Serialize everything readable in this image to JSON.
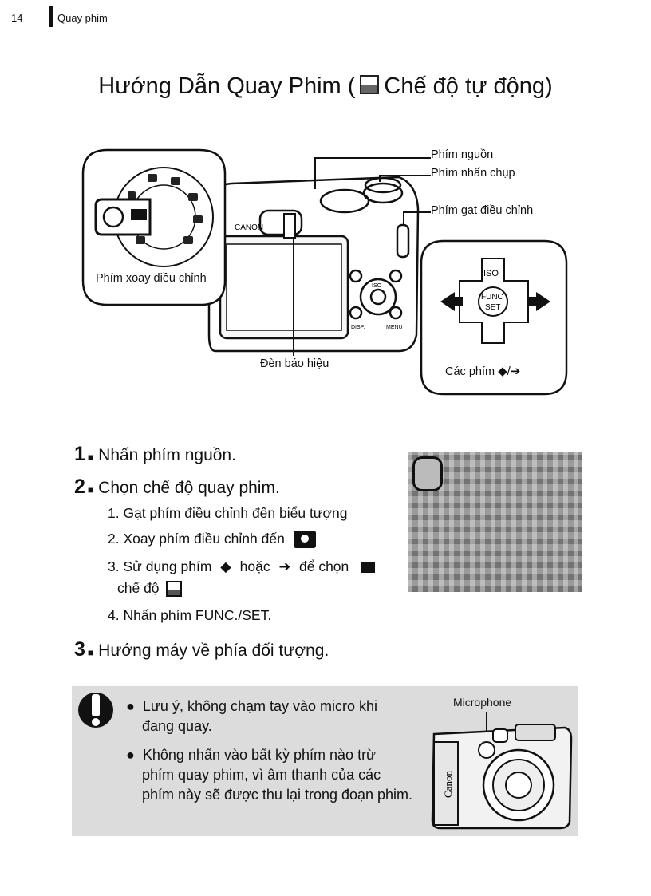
{
  "header": {
    "page_number": "14",
    "section": "Quay phim"
  },
  "title": {
    "before": "Hướng Dẫn Quay Phim (",
    "after": "Chế độ tự động)",
    "icon": "movie-standard-mode-icon"
  },
  "diagram": {
    "labels": {
      "power": "Phím nguồn",
      "shutter": "Phím nhấn chụp",
      "mode_switch": "Phím gạt điều chỉnh",
      "mode_dial": "Phím xoay điều chỉnh",
      "indicator": "Đèn báo hiệu",
      "keys": "Các phím"
    },
    "controls": {
      "iso": "ISO",
      "func": "FUNC",
      "set": "SET",
      "disp": "DISP.",
      "menu": "MENU",
      "brand": "CANON"
    }
  },
  "steps": [
    {
      "num": "1",
      "text": "Nhấn phím nguồn."
    },
    {
      "num": "2",
      "text": "Chọn chế độ quay phim."
    },
    {
      "num": "3",
      "text": "Hướng máy về phía đối tượng."
    }
  ],
  "substeps": {
    "s1": "1. Gạt phím điều chỉnh đến biểu tượng",
    "s2": "2. Xoay phím điều chỉnh đến",
    "s3a": "3. Sử dụng phím",
    "s3b": "hoặc",
    "s3c": "để chọn",
    "s3d": "chế độ",
    "s4": "4. Nhấn phím FUNC./SET."
  },
  "note": {
    "bullets": [
      "Lưu ý, không chạm tay vào micro khi đang quay.",
      "Không nhấn vào bất kỳ phím nào trừ phím quay phim, vì âm thanh của các phím này sẽ được thu lại trong đoạn phim."
    ],
    "bullet_lines": [
      [
        "Lưu ý, không chạm tay vào micro khi",
        "đang quay."
      ],
      [
        "Không nhấn vào bất kỳ phím nào trừ",
        "phím quay phim, vì âm thanh của các",
        "phím này sẽ được thu lại trong đoạn phim."
      ]
    ],
    "microphone_label": "Microphone",
    "brand": "Canon"
  }
}
